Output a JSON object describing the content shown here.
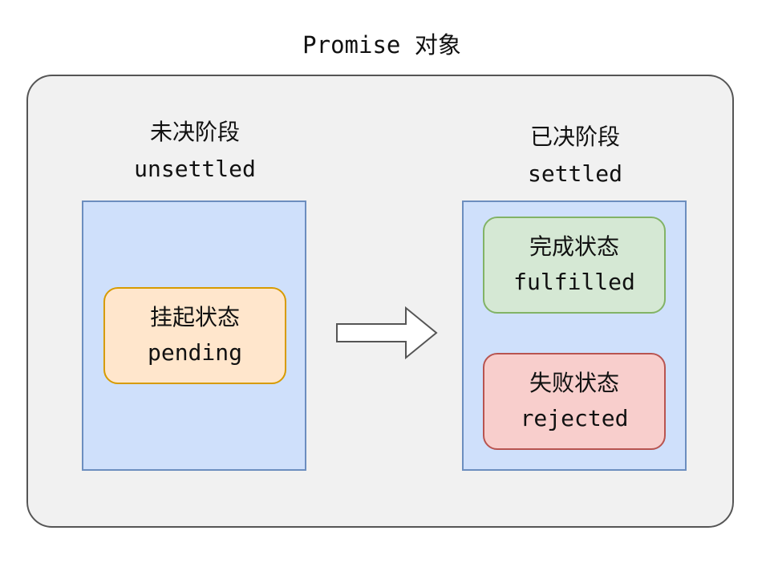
{
  "diagram": {
    "title": "Promise 对象",
    "unsettled": {
      "label_cn": "未决阶段",
      "label_en": "unsettled",
      "state": {
        "label_cn": "挂起状态",
        "label_en": "pending"
      }
    },
    "settled": {
      "label_cn": "已决阶段",
      "label_en": "settled",
      "fulfilled": {
        "label_cn": "完成状态",
        "label_en": "fulfilled"
      },
      "rejected": {
        "label_cn": "失败状态",
        "label_en": "rejected"
      }
    }
  },
  "colors": {
    "outer_fill": "#f1f1f1",
    "stage_fill": "#cfe0fb",
    "pending_fill": "#ffe6cc",
    "fulfilled_fill": "#d5e8d4",
    "rejected_fill": "#f8cecc"
  }
}
